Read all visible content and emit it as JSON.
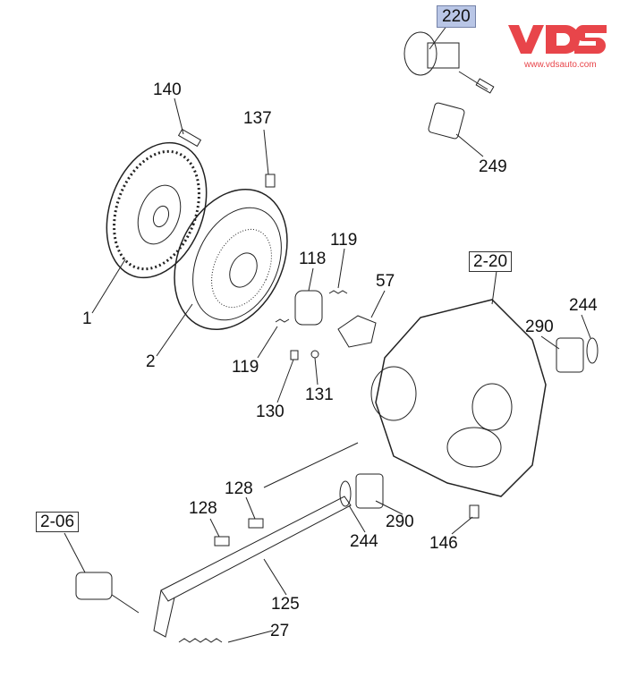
{
  "diagram": {
    "labels": {
      "p220": "220",
      "p249": "249",
      "p140": "140",
      "p137": "137",
      "p119a": "119",
      "p118": "118",
      "p57": "57",
      "ref_2_20": "2-20",
      "p244a": "244",
      "p290a": "290",
      "p1": "1",
      "p2": "2",
      "p119b": "119",
      "p131": "131",
      "p130": "130",
      "p128a": "128",
      "p128b": "128",
      "ref_2_06": "2-06",
      "p290b": "290",
      "p244b": "244",
      "p146": "146",
      "p125": "125",
      "p27": "27"
    },
    "highlight_color": "#b9c6e6"
  },
  "logo": {
    "brand": "VDS",
    "url": "www.vdsauto.com",
    "color": "#e8454a"
  }
}
